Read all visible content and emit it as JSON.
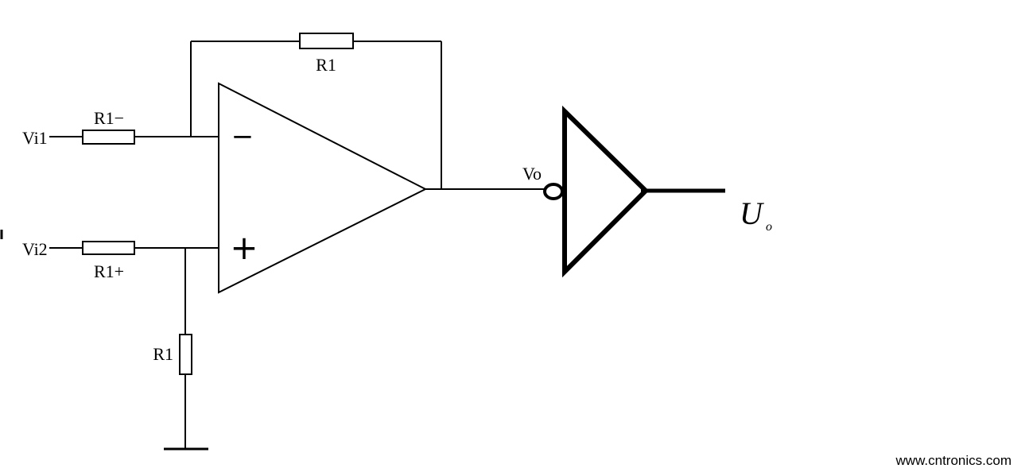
{
  "diagram": {
    "labels": {
      "vi1": "Vi1",
      "vi2": "Vi2",
      "r1_feedback": "R1",
      "r1_inverting": "R1−",
      "r1_noninverting": "R1+",
      "r1_ground": "R1",
      "vo": "Vo",
      "minus": "−",
      "plus": "+",
      "u_out": "U",
      "u_out_sub": "o"
    },
    "watermark": {
      "text": "www.cntronics.com",
      "color": "#a8dca8"
    },
    "colors": {
      "line": "#000000",
      "background": "#ffffff"
    }
  }
}
